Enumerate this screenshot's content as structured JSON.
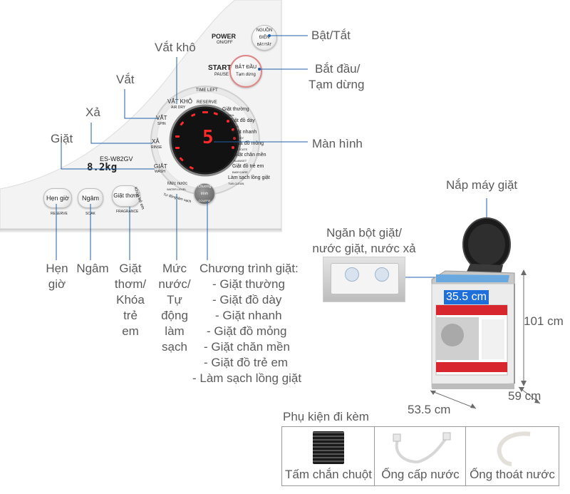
{
  "panel": {
    "power_label": "POWER",
    "power_sub": "ON/OFF",
    "power_button": "NGUỒN ĐIỆN",
    "power_button_sub": "BẬT/TẮT",
    "start_label": "START",
    "start_sub": "PAUSE",
    "start_button": "BẮT ĐẦU",
    "start_button_sub": "Tạm dừng",
    "time_left": "TIME LEFT",
    "reserve": "RESERVE",
    "air_dry": "VẮT KHÔ",
    "air_dry_sub": "AIR DRY",
    "spin": "VẮT",
    "spin_sub": "SPIN",
    "rinse": "XẢ",
    "rinse_sub": "RINSE",
    "wash": "GIẶT",
    "wash_sub": "WASH",
    "model": "ES-W82GV",
    "capacity": "8.2kg",
    "display_value": "5",
    "program_normal": "Giặt thường",
    "program_normal_sub": "NORMAL",
    "program_jeans": "Giặt đồ dày",
    "program_jeans_sub": "JEANS",
    "program_speedy": "Giặt nhanh",
    "program_speedy_sub": "SPEEDY",
    "program_delicate": "Giặt đồ mỏng",
    "program_delicate_sub": "DELICATE",
    "program_blanket": "Giặt chăn mền",
    "program_blanket_sub": "BLANKET",
    "program_babycare": "Giặt đồ trẻ em",
    "program_babycare_sub": "BABYCARE",
    "program_tubclean": "Làm sạch lồng giặt",
    "program_tubclean_sub": "TUB CLEAN",
    "reserve_button": "Hẹn giờ",
    "reserve_button_sub": "RESERVE",
    "soak_button": "Ngâm",
    "soak_button_sub": "SOAK",
    "fragrance_button": "Giặt thơm",
    "fragrance_button_sub": "FRAGRANCE",
    "water_level": "Mức nước",
    "water_level_sub": "WATER LEVEL",
    "course_button": "Chương trình",
    "course_button_sub": "COURSE",
    "child_lock": "Khóa trẻ em",
    "auto_clean": "Tự động làm sạch"
  },
  "callouts": {
    "power": "Bật/Tắt",
    "start_pause_1": "Bắt đầu/",
    "start_pause_2": "Tạm dừng",
    "air_dry": "Vắt khô",
    "spin": "Vắt",
    "rinse": "Xả",
    "wash": "Giặt",
    "display": "Màn hình",
    "reserve_1": "Hẹn",
    "reserve_2": "giờ",
    "soak": "Ngâm",
    "fragrance": [
      "Giặt",
      "thơm/",
      "Khóa",
      "trẻ",
      "em"
    ],
    "water_level": [
      "Mức",
      "nước/",
      "Tự",
      "động",
      "làm",
      "sạch"
    ],
    "programs_title": "Chương trình giặt:",
    "programs": [
      "- Giặt thường",
      "- Giặt đồ dày",
      "- Giặt nhanh",
      "- Giặt đồ mỏng",
      "- Giặt chăn mền",
      "- Giặt đồ trẻ em",
      "- Làm sạch lồng giặt"
    ],
    "lid": "Nắp máy giặt",
    "drawer_1": "Ngăn bột giặt/",
    "drawer_2": "nước giặt, nước xả"
  },
  "dimensions": {
    "width_inner": "35.5 cm",
    "height": "101 cm",
    "depth": "59 cm",
    "width": "53.5 cm"
  },
  "accessories": {
    "title": "Phụ kiện đi kèm",
    "items": [
      "Tấm chắn chuột",
      "Ống cấp nước",
      "Ống thoát nước"
    ]
  },
  "colors": {
    "callout_line": "#1f5fa8",
    "display_red": "#ff2a2a",
    "dimension_highlight": "#1e6fd9",
    "brand_red": "#d8262e"
  }
}
